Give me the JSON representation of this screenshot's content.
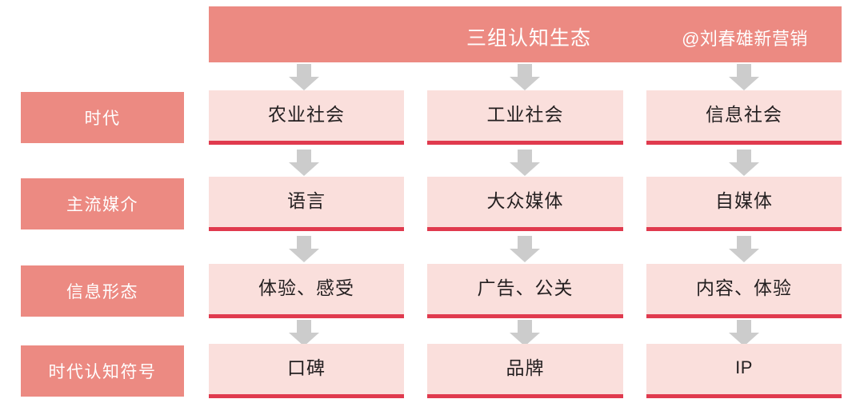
{
  "header": {
    "title": "三组认知生态",
    "credit": "@刘春雄新营销",
    "background": "#ec8a82",
    "text_color": "#ffffff"
  },
  "colors": {
    "banner": "#ec8a82",
    "label_box": "#ec8a82",
    "cell_fill": "#fadfdc",
    "cell_underline": "#e03a4e",
    "arrow": "#cccccc",
    "cell_text": "#231f20",
    "page_background": "#ffffff"
  },
  "rows": [
    {
      "label": "时代",
      "cells": [
        "农业社会",
        "工业社会",
        "信息社会"
      ]
    },
    {
      "label": "主流媒介",
      "cells": [
        "语言",
        "大众媒体",
        "自媒体"
      ]
    },
    {
      "label": "信息形态",
      "cells": [
        "体验、感受",
        "广告、公关",
        "内容、体验"
      ]
    },
    {
      "label": "时代认知符号",
      "cells": [
        "口碑",
        "品牌",
        "IP"
      ]
    }
  ],
  "columns": [
    {
      "index": 1
    },
    {
      "index": 2
    },
    {
      "index": 3
    }
  ]
}
